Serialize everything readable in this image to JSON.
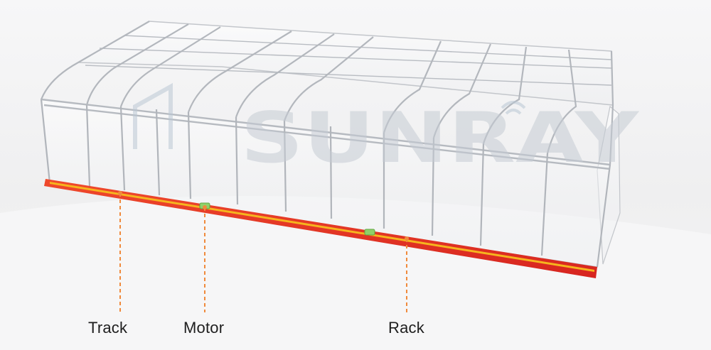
{
  "watermark": {
    "text": "SUNRAY"
  },
  "callouts": [
    {
      "id": "track",
      "label": "Track"
    },
    {
      "id": "motor",
      "label": "Motor"
    },
    {
      "id": "rack",
      "label": "Rack"
    }
  ],
  "colors": {
    "track": "#e8322a",
    "rack_stripe": "#f6b51e",
    "motor": "#8fd16a",
    "leader_line": "#f08a3c",
    "frame": "#b9bcc2",
    "watermark": "#c6ccd4"
  }
}
